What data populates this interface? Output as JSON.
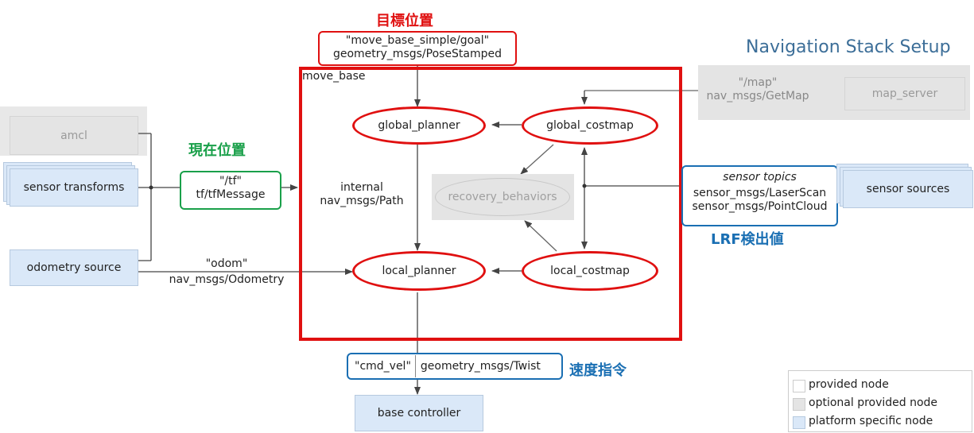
{
  "title": "Navigation Stack Setup",
  "container": {
    "label": "move_base"
  },
  "annotations": {
    "goal_jp": "目標位置",
    "current_jp": "現在位置",
    "lrf_jp": "LRF検出値",
    "velocity_jp": "速度指令"
  },
  "nodes": {
    "global_planner": "global_planner",
    "global_costmap": "global_costmap",
    "local_planner": "local_planner",
    "local_costmap": "local_costmap",
    "recovery_behaviors": "recovery_behaviors",
    "amcl": "amcl",
    "sensor_transforms": "sensor transforms",
    "odometry_source": "odometry source",
    "sensor_sources": "sensor sources",
    "map_server": "map_server",
    "base_controller": "base controller"
  },
  "topics": {
    "goal_topic": "\"move_base_simple/goal\"",
    "goal_type": "geometry_msgs/PoseStamped",
    "map_topic": "\"/map\"",
    "map_type": "nav_msgs/GetMap",
    "tf_topic": "\"/tf\"",
    "tf_type": "tf/tfMessage",
    "path_label": "internal",
    "path_type": "nav_msgs/Path",
    "odom_topic": "\"odom\"",
    "odom_type": "nav_msgs/Odometry",
    "sensor_heading": "sensor topics",
    "sensor_type1": "sensor_msgs/LaserScan",
    "sensor_type2": "sensor_msgs/PointCloud",
    "cmd_topic": "\"cmd_vel\"",
    "cmd_type": "geometry_msgs/Twist"
  },
  "legend": [
    {
      "label": "provided node",
      "swatch": "#ffffff"
    },
    {
      "label": "optional provided node",
      "swatch": "#e4e4e4"
    },
    {
      "label": "platform specific node",
      "swatch": "#dae8f8"
    }
  ],
  "colors": {
    "highlight_red": "#e01010",
    "highlight_green": "#1aa04a",
    "highlight_blue": "#1a6fb3",
    "title_blue": "#3c6e98"
  }
}
